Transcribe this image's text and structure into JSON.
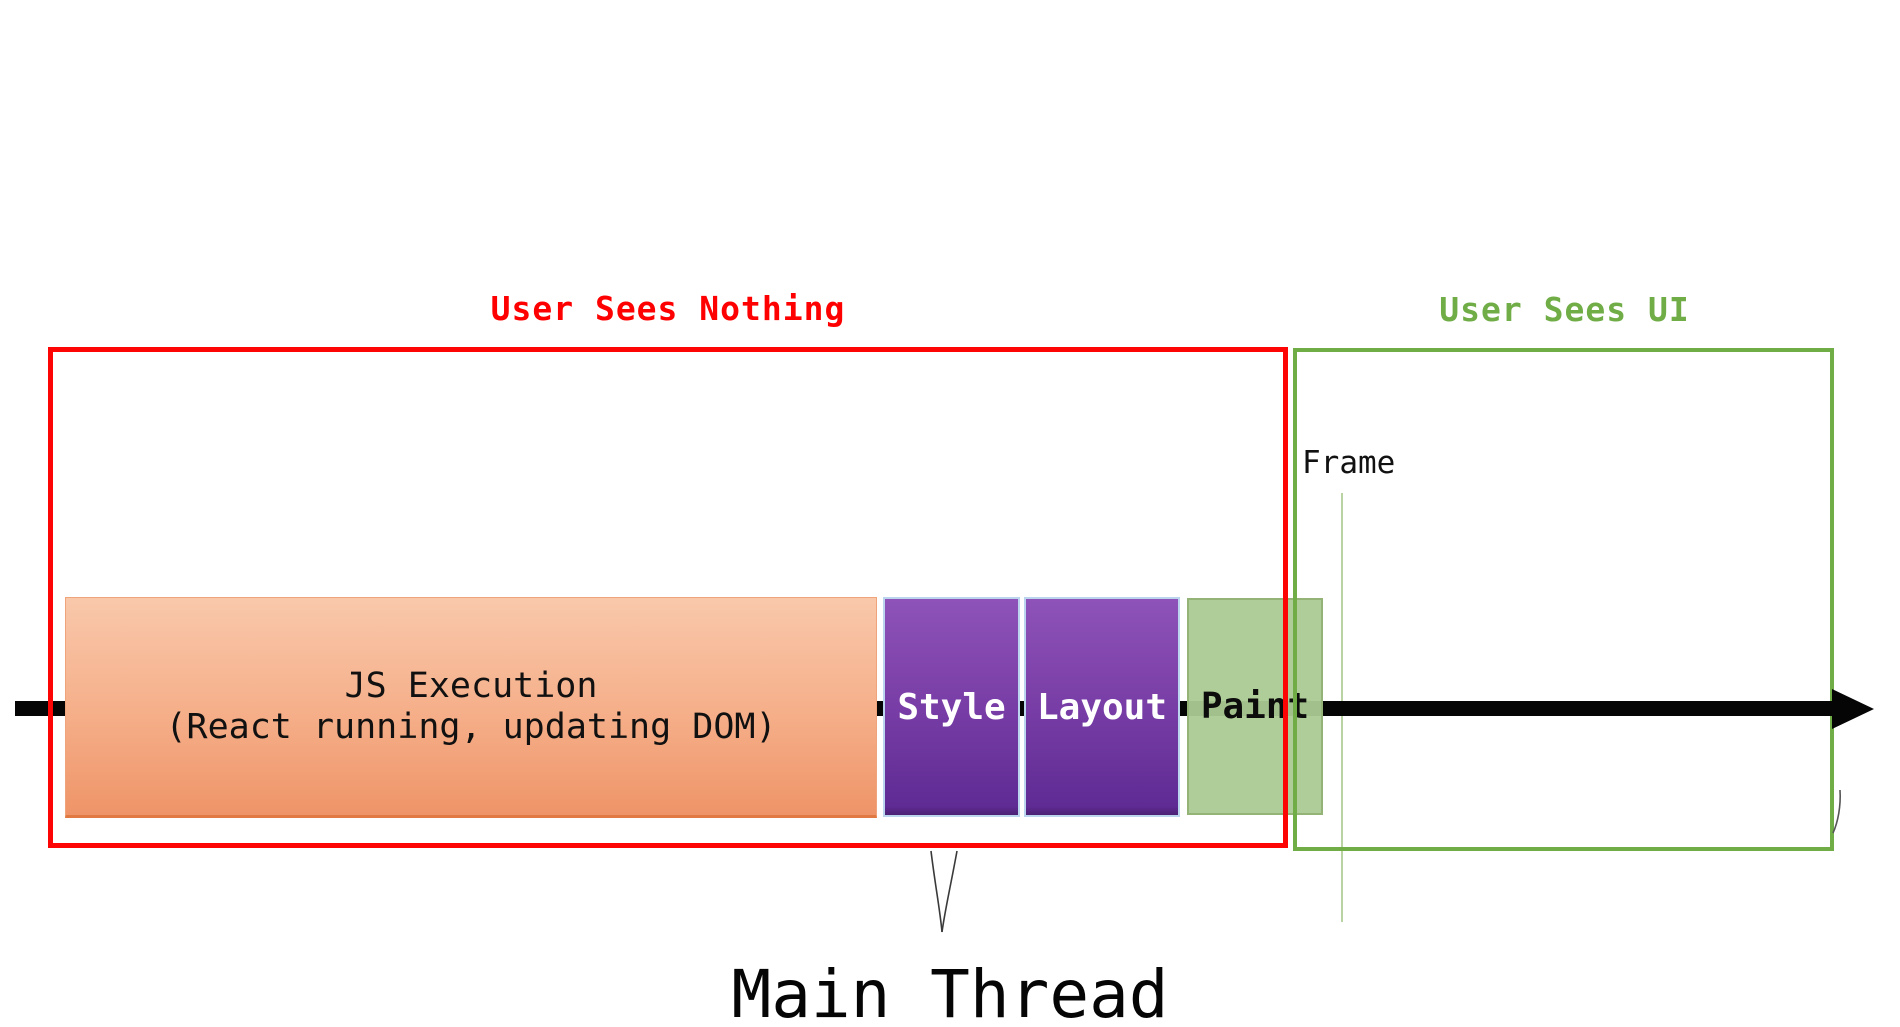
{
  "annotations": {
    "user_sees_nothing": {
      "text": "User Sees Nothing",
      "color": "#ff0000"
    },
    "user_sees_ui": {
      "text": "User Sees UI",
      "color": "#70ad47"
    },
    "frame": {
      "text": "Frame"
    },
    "main_thread": {
      "text": "Main Thread"
    }
  },
  "timeline": {
    "arrow_color": "#000000",
    "blocks": [
      {
        "name": "js-execution",
        "lines": [
          "JS Execution",
          "(React running, updating DOM)"
        ],
        "fill_top": "#f9c8ab",
        "fill_bottom": "#ef9468",
        "text_color": "#111111"
      },
      {
        "name": "style",
        "label": "Style",
        "fill_top": "#8e53b8",
        "fill_bottom": "#5f2b94",
        "text_color": "#ffffff"
      },
      {
        "name": "layout",
        "label": "Layout",
        "fill_top": "#8e53b8",
        "fill_bottom": "#5f2b94",
        "text_color": "#ffffff"
      },
      {
        "name": "paint",
        "label": "Paint",
        "fill": "#abca94",
        "text_color": "#0c0c0c"
      }
    ]
  },
  "regions": {
    "user_sees_nothing_border": "#fe0505",
    "user_sees_ui_border": "#70ad47",
    "frame_line_color": "#b9d3a3"
  }
}
